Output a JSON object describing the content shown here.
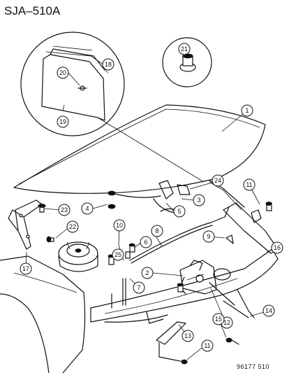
{
  "diagram_id": "SJA–510A",
  "drawing_number": "96177 510",
  "callouts": [
    "1",
    "2",
    "3",
    "4",
    "5",
    "6",
    "7",
    "8",
    "9",
    "10",
    "11",
    "11",
    "12",
    "13",
    "14",
    "15",
    "16",
    "17",
    "18",
    "19",
    "20",
    "21",
    "22",
    "23",
    "24",
    "25"
  ]
}
